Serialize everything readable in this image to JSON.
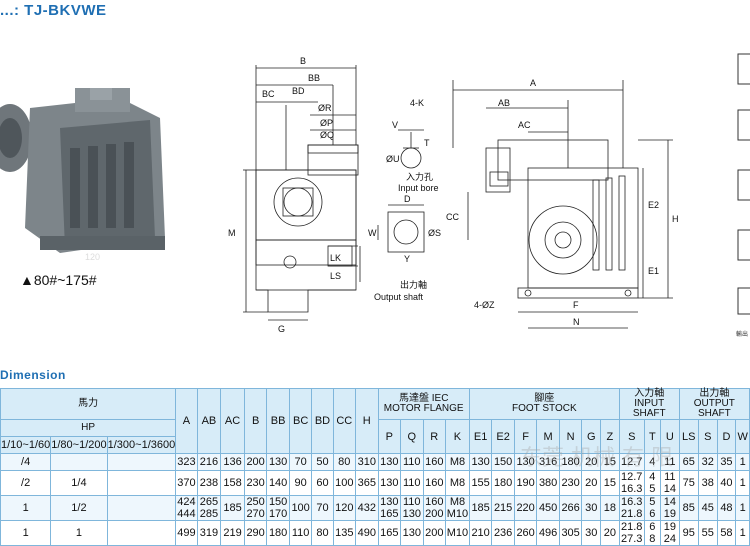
{
  "header": {
    "title": "...: TJ-BKVWE"
  },
  "product": {
    "range_label": "▲80#~175#"
  },
  "drawing": {
    "labels": {
      "B": "B",
      "BB": "BB",
      "BC": "BC",
      "BD": "BD",
      "R": "ØR",
      "P": "ØP",
      "Q": "ØQ",
      "M": "M",
      "G": "G",
      "LK": "LK",
      "LS": "LS",
      "V": "V",
      "T": "T",
      "U": "ØU",
      "input_zh": "入力孔",
      "input_en": "Input bore",
      "D": "D",
      "W": "W",
      "S": "ØS",
      "Y": "Y",
      "output_zh": "出力軸",
      "output_en": "Output shaft",
      "K4": "4-K",
      "A": "A",
      "AB": "AB",
      "AC": "AC",
      "CC": "CC",
      "E2": "E2",
      "E1": "E1",
      "H": "H",
      "Z4": "4-ØZ",
      "F": "F",
      "N": "N"
    },
    "side_note": "輸出"
  },
  "table": {
    "section_title": "Dimension",
    "headers": {
      "hp_zh": "馬力",
      "hp": "HP",
      "ratio1": "1/10~1/60",
      "ratio2": "1/80~1/200",
      "ratio3": "1/300~1/3600",
      "A": "A",
      "AB": "AB",
      "AC": "AC",
      "B": "B",
      "BB": "BB",
      "BC": "BC",
      "BD": "BD",
      "CC": "CC",
      "H": "H",
      "motor_zh": "馬達盤 IEC",
      "motor_en": "MOTOR FLANGE",
      "P": "P",
      "Q": "Q",
      "R": "R",
      "K": "K",
      "foot_zh": "腳座",
      "foot_en": "FOOT STOCK",
      "E1": "E1",
      "E2": "E2",
      "F": "F",
      "M": "M",
      "N": "N",
      "G": "G",
      "Z": "Z",
      "input_zh": "入力軸",
      "input_en": "INPUT SHAFT",
      "S": "S",
      "T": "T",
      "U": "U",
      "output_zh": "出力軸",
      "output_en": "OUTPUT SHAFT",
      "LS": "LS",
      "S2": "S",
      "D": "D",
      "W": "W"
    },
    "rows": [
      {
        "hp1": "/4",
        "hp2": "",
        "A": "323",
        "AB": "216",
        "AC": "136",
        "B": "200",
        "BB": "130",
        "BC": "70",
        "BD": "50",
        "CC": "80",
        "H": "310",
        "P": "130",
        "Q": "110",
        "R": "160",
        "K": "M8",
        "E1": "130",
        "E2": "150",
        "F": "130",
        "M": "316",
        "N": "180",
        "G": "20",
        "Z": "15",
        "S": "12.7",
        "T": "4",
        "U": "11",
        "LS": "65",
        "S2": "32",
        "D": "35",
        "W": "1"
      },
      {
        "hp1": "/2",
        "hp2": "1/4",
        "A": "370",
        "AB": "238",
        "AC": "158",
        "B": "230",
        "BB": "140",
        "BC": "90",
        "BD": "60",
        "CC": "100",
        "H": "365",
        "P": "130",
        "Q": "110",
        "R": "160",
        "K": "M8",
        "E1": "155",
        "E2": "180",
        "F": "190",
        "M": "380",
        "N": "230",
        "G": "20",
        "Z": "15",
        "S": "12.7\n16.3",
        "T": "4\n5",
        "U": "11\n14",
        "LS": "75",
        "S2": "38",
        "D": "40",
        "W": "1"
      },
      {
        "hp1": "1",
        "hp2": "1/2",
        "A": "424\n444",
        "AB": "265\n285",
        "AC": "185",
        "B": "250\n270",
        "BB": "150\n170",
        "BC": "100",
        "BD": "70",
        "CC": "120",
        "H": "432",
        "P": "130\n165",
        "Q": "110\n130",
        "R": "160\n200",
        "K": "M8\nM10",
        "E1": "185",
        "E2": "215",
        "F": "220",
        "M": "450",
        "N": "266",
        "G": "30",
        "Z": "18",
        "S": "16.3\n21.8",
        "T": "5\n6",
        "U": "14\n19",
        "LS": "85",
        "S2": "45",
        "D": "48",
        "W": "1"
      },
      {
        "hp1": "1",
        "hp2": "1",
        "A": "499",
        "AB": "319",
        "AC": "219",
        "B": "290",
        "BB": "180",
        "BC": "110",
        "BD": "80",
        "CC": "135",
        "H": "490",
        "P": "165",
        "Q": "130",
        "R": "200",
        "K": "M10",
        "E1": "210",
        "E2": "236",
        "F": "260",
        "M": "496",
        "N": "305",
        "G": "30",
        "Z": "20",
        "S": "21.8\n27.3",
        "T": "6\n8",
        "U": "19\n24",
        "LS": "95",
        "S2": "55",
        "D": "58",
        "W": "1"
      }
    ]
  },
  "watermark": "东莞 机械 有 限"
}
